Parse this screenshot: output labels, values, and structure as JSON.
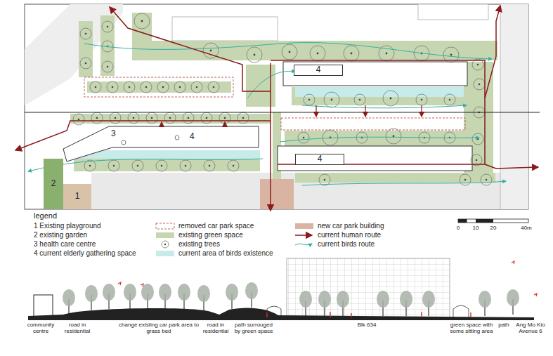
{
  "diagram": {
    "nodes": [
      {
        "text": [
          "4"
        ]
      },
      {
        "text": [
          "3",
          "4"
        ]
      },
      {
        "text": [
          "4"
        ]
      },
      {
        "text": [
          "2"
        ]
      },
      {
        "text": [
          "1"
        ]
      }
    ],
    "labels": [
      "legend",
      "0",
      "10",
      "20",
      "40m",
      "community centre",
      "road in residential",
      "change existing car park area to grass bed",
      "road in residential",
      "path surrouged by green space",
      "Blk 634",
      "green space with some sitting area",
      "path",
      "Ang Mo Kio Avenue 6"
    ],
    "legend": [
      {
        "text": "1 Existing playground"
      },
      {
        "text": "2 existing garden"
      },
      {
        "text": "3 health care centre"
      },
      {
        "text": "4 current elderly gathering space"
      },
      {
        "text": "removed car park space"
      },
      {
        "text": "existing green space",
        "color": "#c5d6b0"
      },
      {
        "text": "existing trees"
      },
      {
        "text": "current area of birds existence",
        "color": "#c6ebe9"
      },
      {
        "text": "new car park building",
        "color": "#d9b4a3"
      },
      {
        "text": "current human route"
      },
      {
        "text": "current birds route"
      }
    ]
  }
}
